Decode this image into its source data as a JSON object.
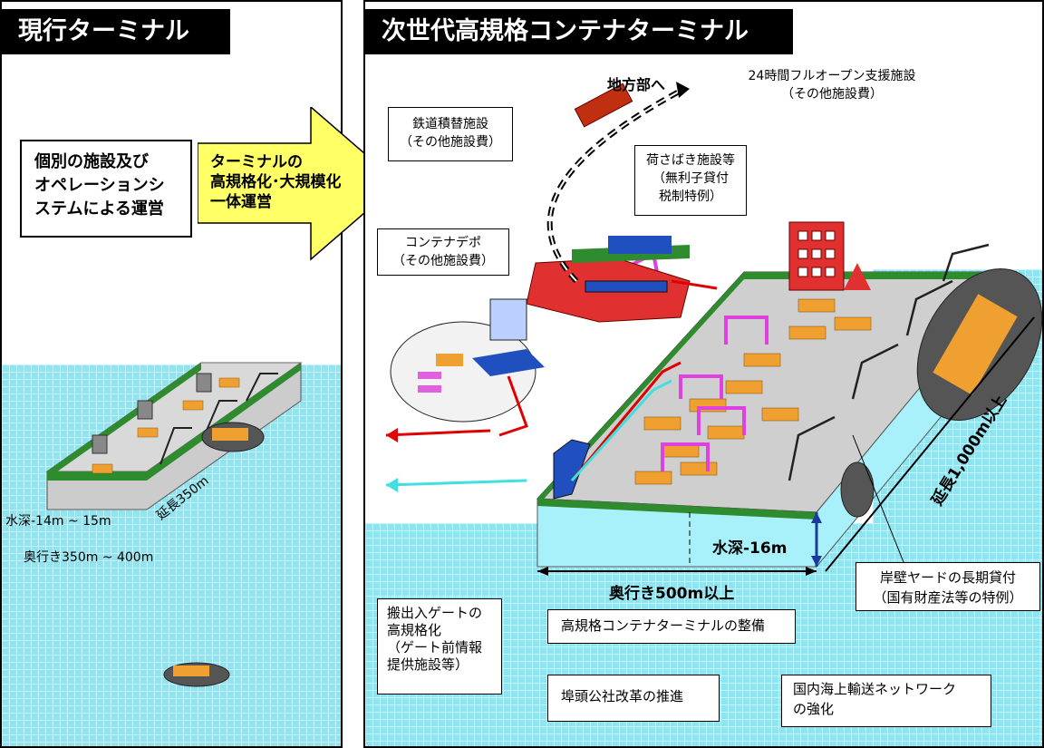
{
  "left_panel": {
    "title": "現行ターミナル",
    "operation_box": "個別の施設及び\nオペレーションシ\nステムによる運営",
    "water_depth": "水深-14m ~ 15m",
    "length": "延長350m",
    "depth_range": "奥行き350m ~ 400m"
  },
  "arrow": {
    "text": "ターミナルの\n高規格化･大規模化\n一体運営"
  },
  "right_panel": {
    "title": "次世代高規格コンテナターミナル",
    "to_regions": "地方部へ",
    "support_facility": "24時間フルオープン支援施設\n（その他施設費）",
    "rail_transfer": "鉄道積替施設\n（その他施設費）",
    "cargo_handling": "荷さばき施設等\n（無利子貸付\n税制特例）",
    "container_depot": "コンテナデポ\n（その他施設費）",
    "length": "延長1,000m以上",
    "water_depth": "水深-16m",
    "depth": "奥行き500m以上",
    "quay_lease": "岸壁ヤードの長期貸付\n（国有財産法等の特例）",
    "gate_upgrade": "搬出入ゲートの\n高規格化\n（ゲート前情報\n提供施設等）",
    "terminal_dev": "高規格コンテナターミナルの整備",
    "pier_reform": "埠頭公社改革の推進",
    "domestic_network": "国内海上輸送ネットワーク\nの強化"
  },
  "colors": {
    "sea": "#8fe4f0",
    "pier_edge": "#2e8b2e",
    "arrow_fill": "#ffff66",
    "red_route": "#e00000",
    "cyan_route": "#40e0e0",
    "crane_magenta": "#e040e0"
  }
}
